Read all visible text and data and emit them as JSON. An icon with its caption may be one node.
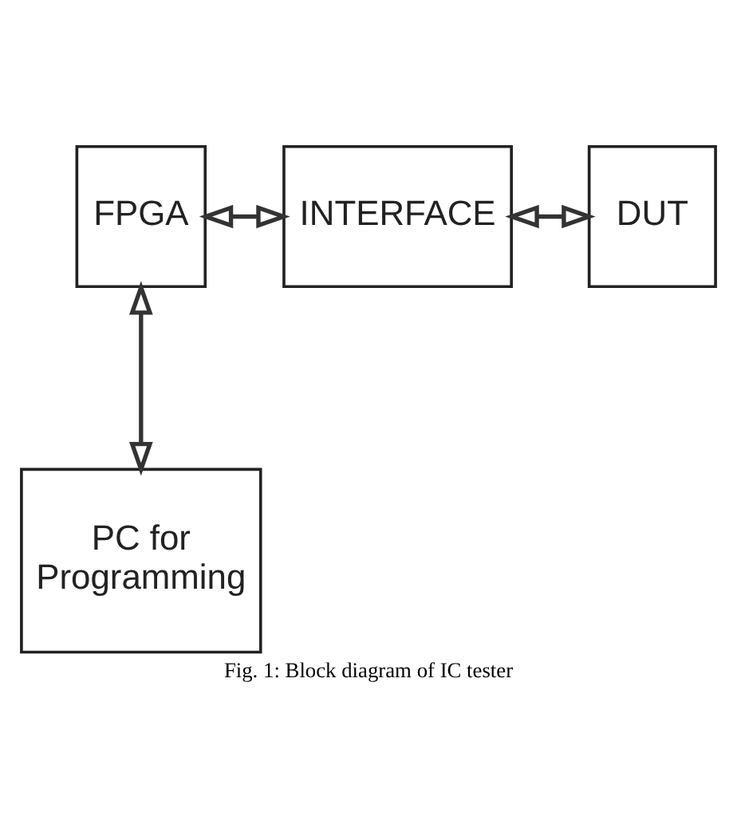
{
  "diagram": {
    "caption": "Fig. 1: Block diagram of IC tester",
    "nodes": [
      {
        "text": [
          "FPGA"
        ]
      },
      {
        "text": [
          "INTERFACE"
        ]
      },
      {
        "text": [
          "DUT"
        ]
      },
      {
        "text": [
          "PC for Programming"
        ]
      }
    ],
    "edges": [
      {
        "from": 0,
        "to": 1,
        "arrow": "both"
      },
      {
        "from": 1,
        "to": 2,
        "arrow": "both"
      },
      {
        "from": 0,
        "to": 3,
        "arrow": "both"
      }
    ]
  }
}
